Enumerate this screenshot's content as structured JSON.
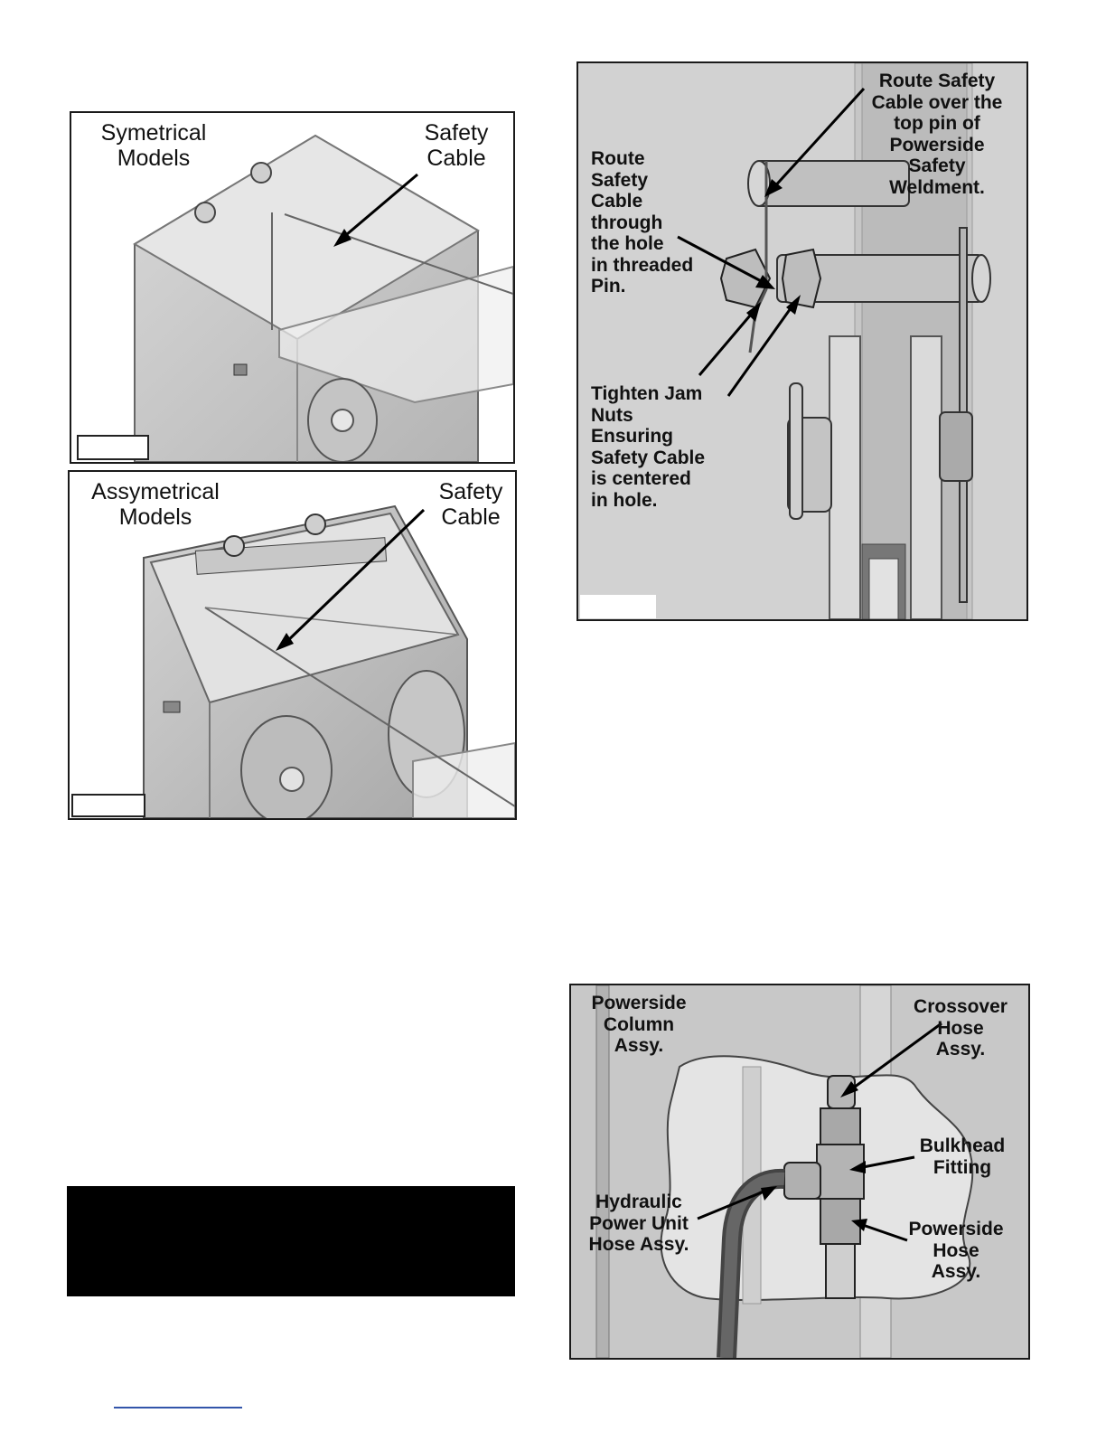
{
  "figure_symmetrical": {
    "label_models": "Symetrical\nModels",
    "label_cable": "Safety\nCable"
  },
  "figure_asymmetrical": {
    "label_models": "Assymetrical\nModels",
    "label_cable": "Safety\nCable"
  },
  "figure_routing": {
    "label_top": "Route Safety\nCable over the\ntop pin of\nPowerside\nSafety\nWeldment.",
    "label_hole": "Route\nSafety\nCable\nthrough\nthe hole\nin threaded\nPin.",
    "label_nuts": "Tighten Jam\nNuts\nEnsuring\nSafety Cable\nis centered\nin hole."
  },
  "figure_hydraulic": {
    "label_column": "Powerside\nColumn\nAssy.",
    "label_crossover": "Crossover\nHose\nAssy.",
    "label_bulkhead": "Bulkhead\nFitting",
    "label_hpu": "Hydraulic\nPower Unit\nHose Assy.",
    "label_powerside_hose": "Powerside\nHose\nAssy."
  }
}
